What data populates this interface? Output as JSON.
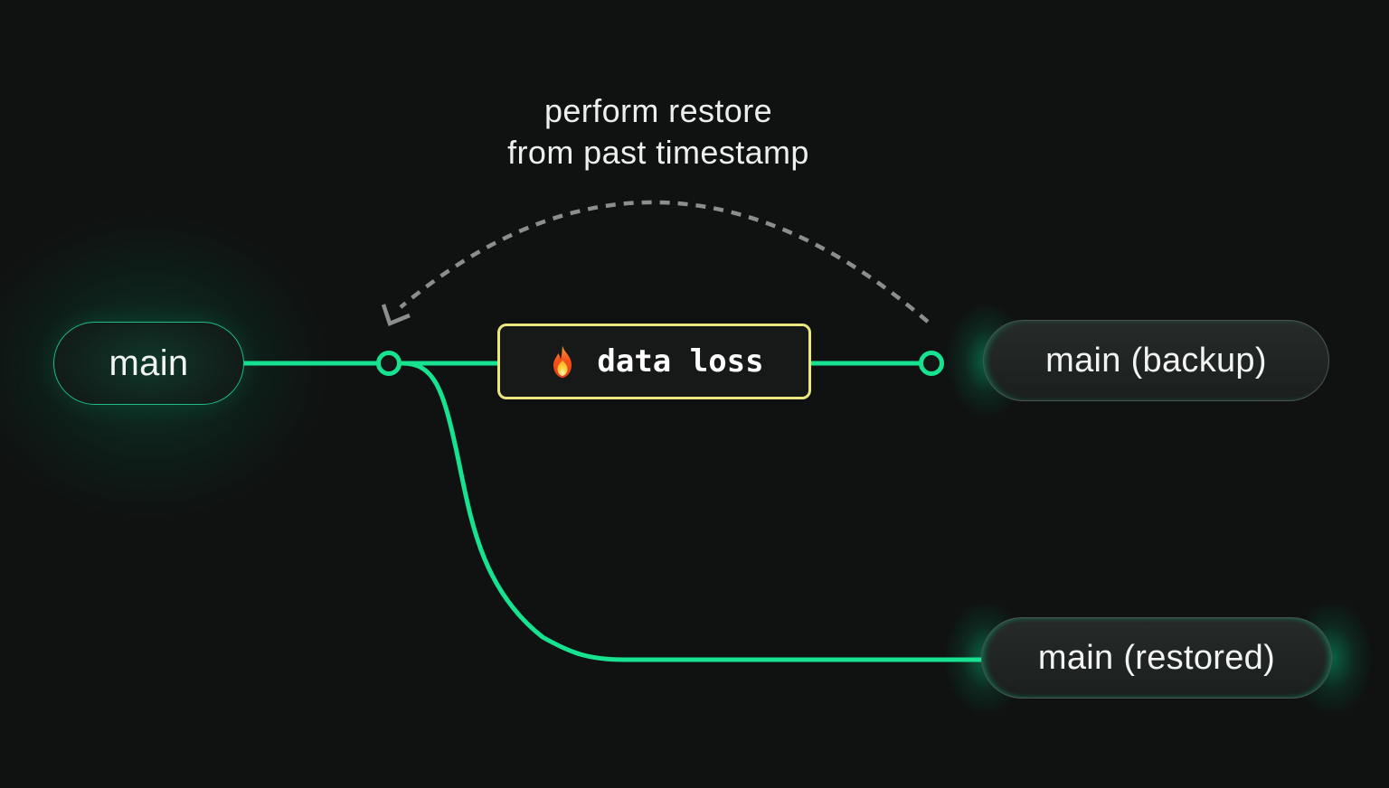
{
  "annotation": {
    "line1": "perform restore",
    "line2": "from past timestamp"
  },
  "nodes": {
    "main": {
      "label": "main"
    },
    "backup": {
      "label": "main (backup)"
    },
    "restored": {
      "label": "main (restored)"
    }
  },
  "callout": {
    "label": "data loss",
    "icon": "fire-icon"
  },
  "colors": {
    "background": "#0f1211",
    "branch_green": "#16e28f",
    "main_node_border": "#1dbd85",
    "gray_node_border": "#4e5452",
    "gray_node_fill": "#1e2220",
    "callout_border": "#ece77d",
    "callout_fill": "#161918",
    "dashed_arc": "#8a8f8d",
    "text": "#f1f4f2"
  }
}
